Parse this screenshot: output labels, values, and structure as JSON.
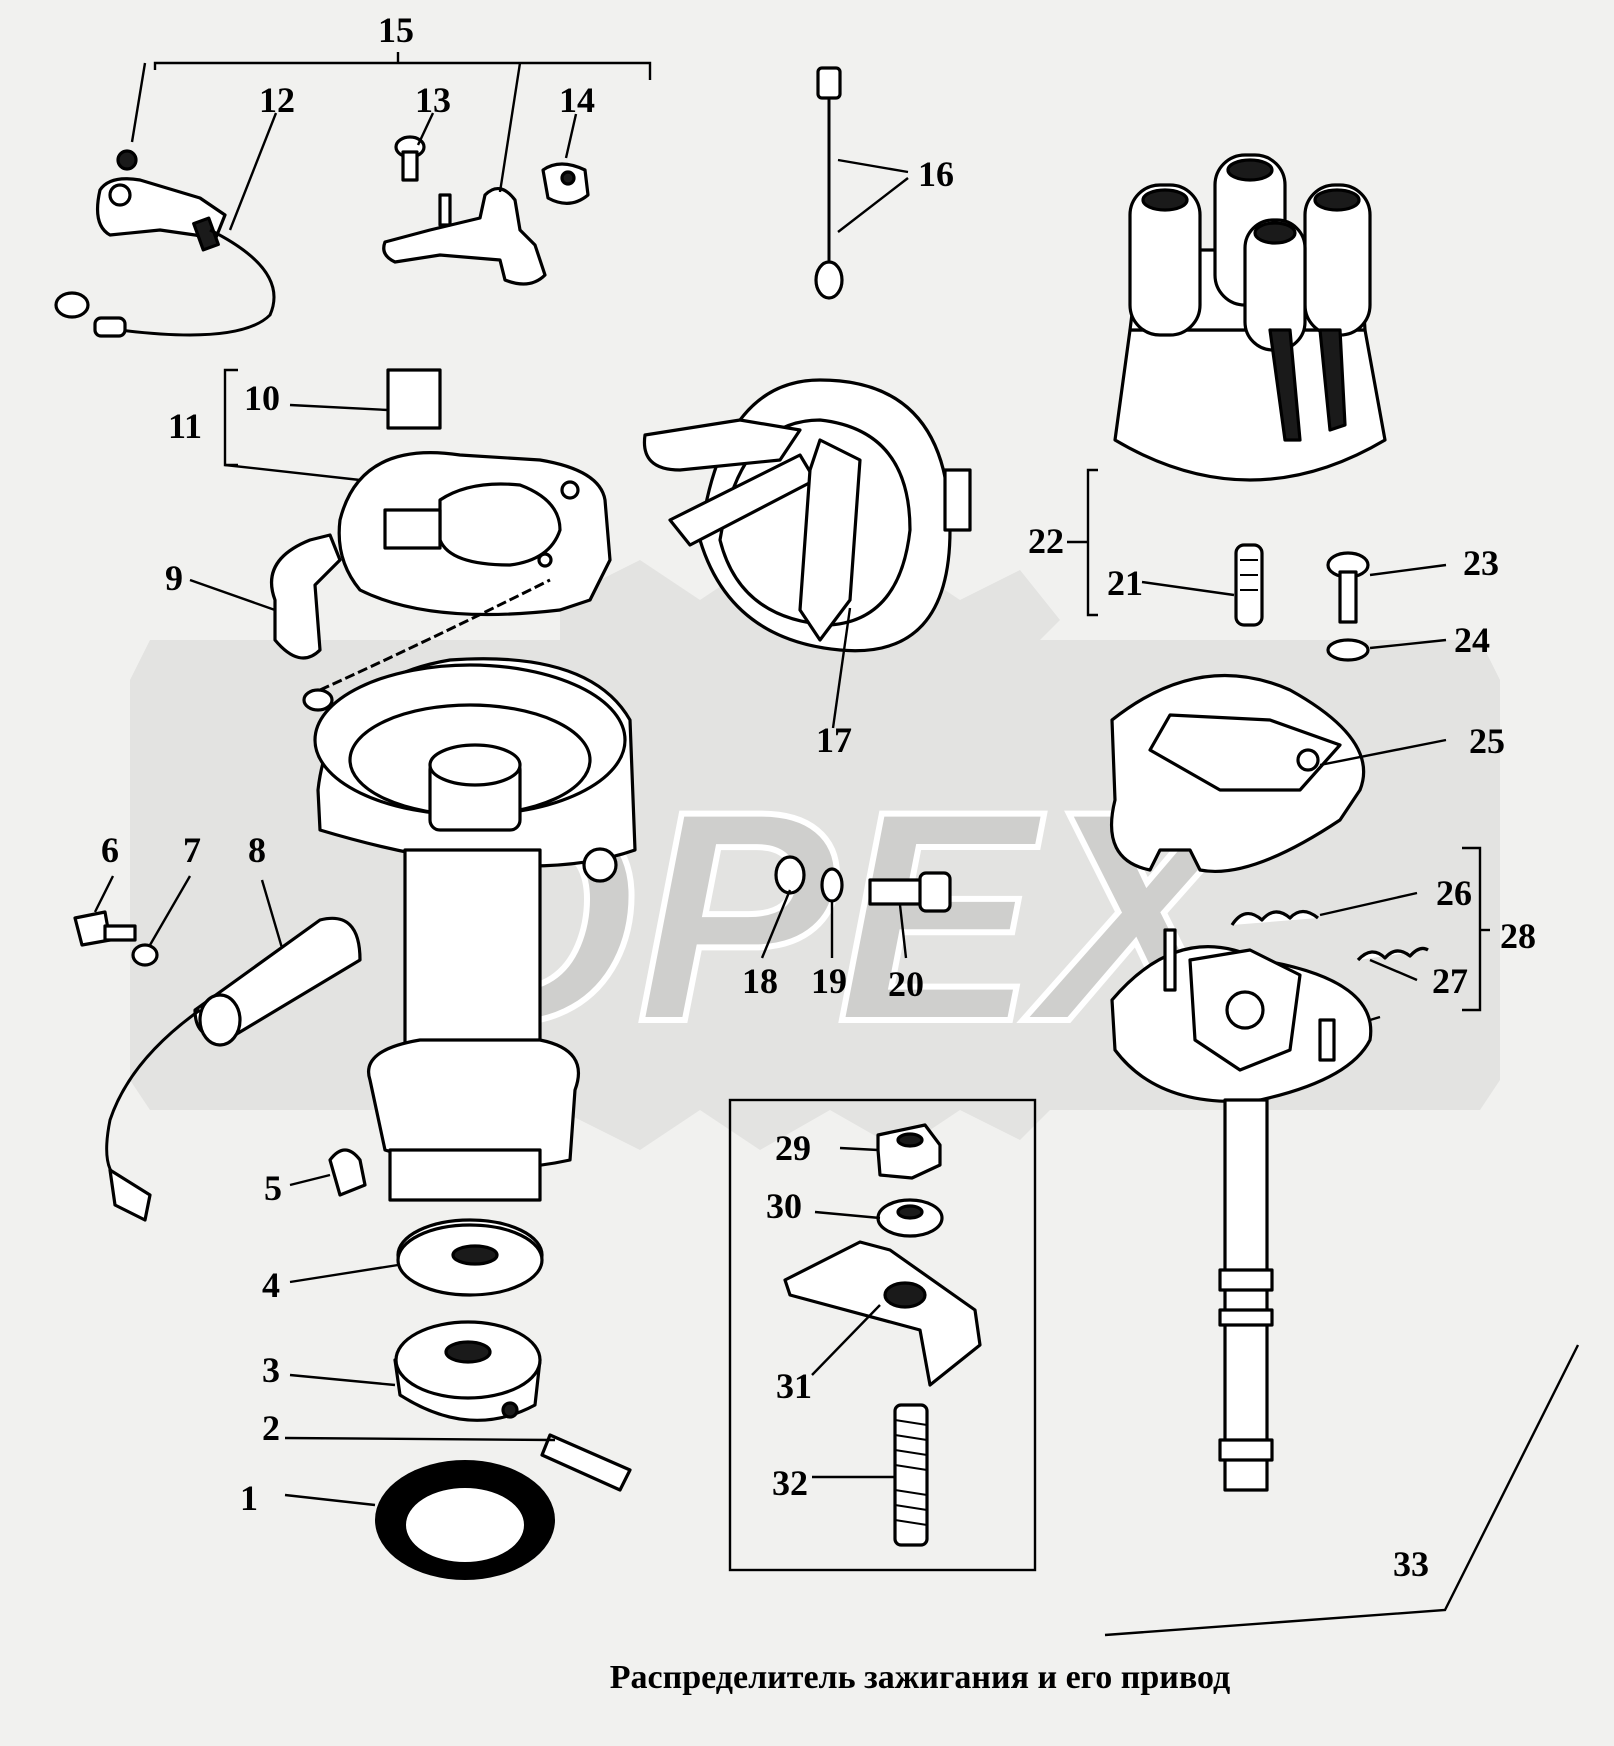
{
  "watermark": {
    "text": "OPEX",
    "color": "#c9c9c9"
  },
  "caption": "Распределитель зажигания и его привод",
  "colors": {
    "background": "#f1f1ef",
    "ink": "#000000",
    "part_fill": "#ffffff"
  },
  "callouts": [
    {
      "n": "1"
    },
    {
      "n": "2"
    },
    {
      "n": "3"
    },
    {
      "n": "4"
    },
    {
      "n": "5"
    },
    {
      "n": "6"
    },
    {
      "n": "7"
    },
    {
      "n": "8"
    },
    {
      "n": "9"
    },
    {
      "n": "10"
    },
    {
      "n": "11"
    },
    {
      "n": "12"
    },
    {
      "n": "13"
    },
    {
      "n": "14"
    },
    {
      "n": "15"
    },
    {
      "n": "16"
    },
    {
      "n": "17"
    },
    {
      "n": "18"
    },
    {
      "n": "19"
    },
    {
      "n": "20"
    },
    {
      "n": "21"
    },
    {
      "n": "22"
    },
    {
      "n": "23"
    },
    {
      "n": "24"
    },
    {
      "n": "25"
    },
    {
      "n": "26"
    },
    {
      "n": "27"
    },
    {
      "n": "28"
    },
    {
      "n": "29"
    },
    {
      "n": "30"
    },
    {
      "n": "31"
    },
    {
      "n": "32"
    },
    {
      "n": "33"
    }
  ]
}
